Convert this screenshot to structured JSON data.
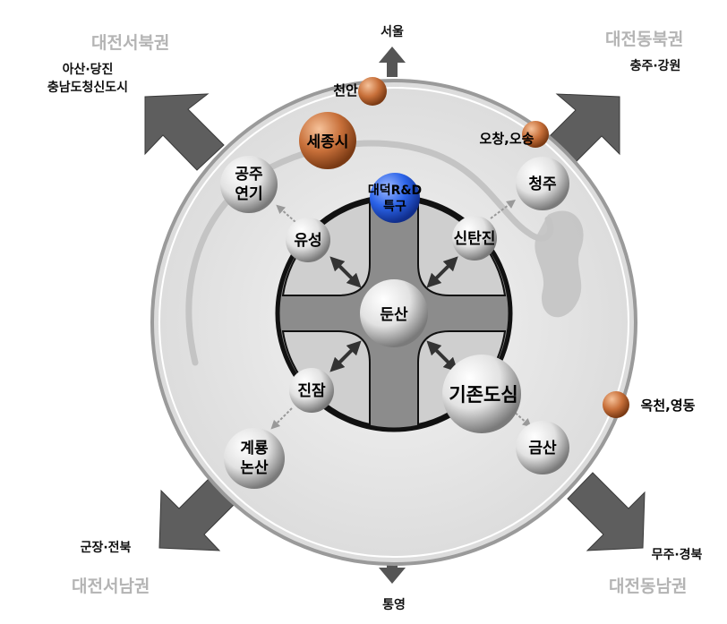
{
  "regions": {
    "northwest": "대전서북권",
    "northeast": "대전동북권",
    "southwest": "대전서남권",
    "southeast": "대전동남권"
  },
  "destinations": {
    "north": "서울",
    "south": "통영",
    "northwest_1": "아산·당진",
    "northwest_2": "충남도청신도시",
    "northeast": "충주·강원",
    "southwest": "군장·전북",
    "southeast": "무주·경북"
  },
  "external_nodes": {
    "cheonan": "천안",
    "sejong": "세종시",
    "osong": "오창,오송",
    "okcheon": "옥천,영동"
  },
  "ring_nodes": {
    "gongju_1": "공주",
    "gongju_2": "연기",
    "cheongju": "청주",
    "gyeryong_1": "계룡",
    "gyeryong_2": "논산",
    "geumsan": "금산"
  },
  "inner_nodes": {
    "daedeok_1": "대덕R&D",
    "daedeok_2": "특구",
    "yuseong": "유성",
    "sintanjin": "신탄진",
    "dunsan": "둔산",
    "jinjam": "진잠",
    "old_downtown": "기존도심"
  },
  "colors": {
    "arrow": "#5e5e5e",
    "orange_node": "#c8703a",
    "blue_node": "#2b63e8",
    "outer_ring": "#e6e6e6",
    "inner_gray": "#8c8c8c",
    "quadrant": "#cfcfcf"
  }
}
